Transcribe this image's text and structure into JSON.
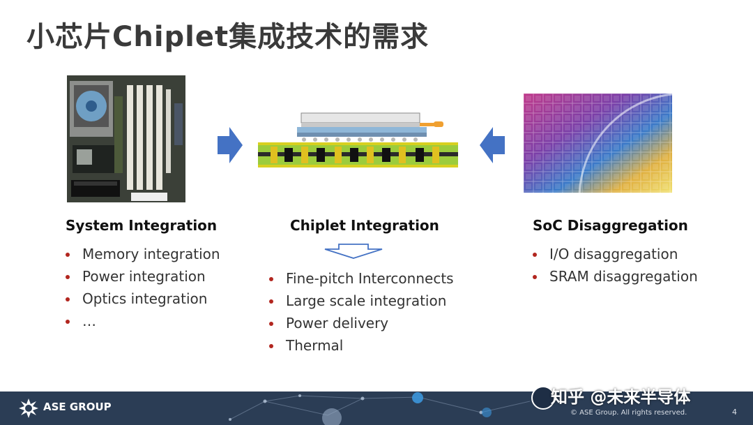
{
  "slide": {
    "title": "小芯片Chiplet集成技术的需求"
  },
  "colors": {
    "title": "#3a3a3a",
    "arrow": "#4472c4",
    "bullet": "#b2261f",
    "footer": "#2b3d55"
  },
  "columns": {
    "system": {
      "heading": "System Integration",
      "items": [
        "Memory integration",
        "Power integration",
        "Optics integration",
        "…"
      ]
    },
    "chiplet": {
      "heading": "Chiplet Integration",
      "items": [
        "Fine-pitch Interconnects",
        "Large scale integration",
        "Power delivery",
        "Thermal"
      ]
    },
    "soc": {
      "heading": "SoC Disaggregation",
      "items": [
        "I/O disaggregation",
        "SRAM disaggregation"
      ]
    }
  },
  "footer": {
    "brand": "ASE GROUP",
    "copyright": "© ASE Group. All rights reserved.",
    "page_number": "4"
  },
  "watermark": {
    "text": "知乎 @未来半导体"
  }
}
